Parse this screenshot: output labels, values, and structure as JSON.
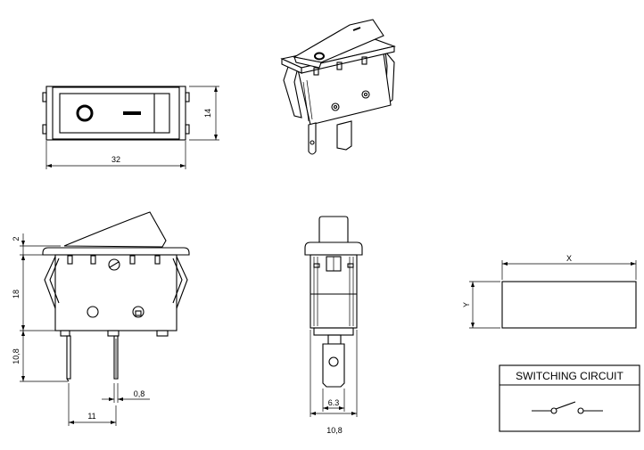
{
  "dimensions": {
    "width_32": "32",
    "height_14": "14",
    "rocker_2": "2",
    "body_18": "18",
    "terminal_10_8": "10,8",
    "thickness_0_8": "0,8",
    "pitch_11": "11",
    "tab_6_3": "6.3",
    "width_10_8": "10,8"
  },
  "cutout": {
    "x_label": "X",
    "y_label": "Y"
  },
  "circuit_box": {
    "title": "SWITCHING CIRCUIT"
  },
  "symbols": {
    "off": "O",
    "on": "I"
  }
}
